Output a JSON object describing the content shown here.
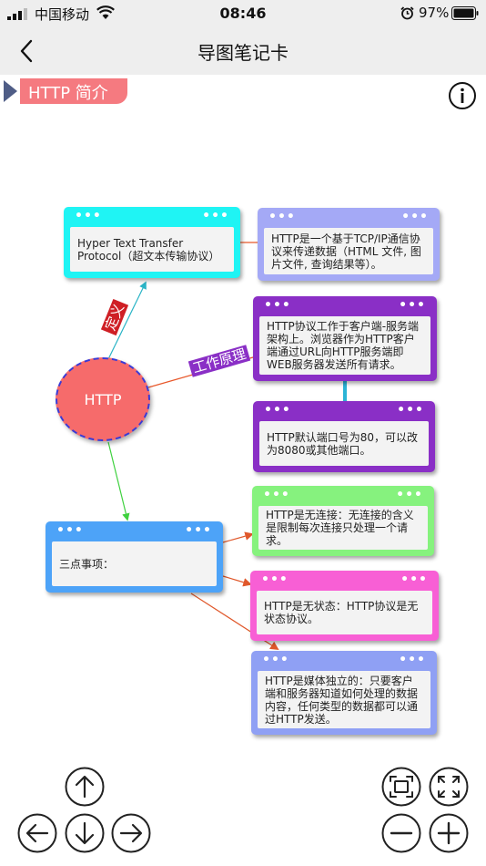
{
  "status_bar": {
    "carrier": "中国移动",
    "time": "08:46",
    "battery": "97%"
  },
  "nav": {
    "title": "导图笔记卡",
    "back_icon": "chevron-left-icon"
  },
  "section": {
    "title": "HTTP 简介"
  },
  "info_icon": "info-circle-icon",
  "center_node": {
    "label": "HTTP",
    "color": "#f66b6b"
  },
  "link_labels": {
    "definition": "定义",
    "principle": "工作原理"
  },
  "card_dots": "•••",
  "cards": [
    {
      "id": "definition",
      "text": "Hyper Text Transfer Protocol（超文本传输协议）",
      "color": "#1ff4f4"
    },
    {
      "id": "definition-detail",
      "text": "HTTP是一个基于TCP/IP通信协议来传递数据（HTML 文件, 图片文件, 查询结果等）。",
      "color": "#a4a9f6"
    },
    {
      "id": "principle",
      "text": "HTTP协议工作于客户端-服务端架构上。浏览器作为HTTP客户端通过URL向HTTP服务端即WEB服务器发送所有请求。",
      "color": "#8a2fc6"
    },
    {
      "id": "port",
      "text": "HTTP默认端口号为80，可以改为8080或其他端口。",
      "color": "#8a2fc6"
    },
    {
      "id": "notes",
      "text": "三点事项：",
      "color": "#4da3f8"
    },
    {
      "id": "connectionless",
      "text": "HTTP是无连接：无连接的含义是限制每次连接只处理一个请求。",
      "color": "#86f27e"
    },
    {
      "id": "stateless",
      "text": "HTTP是无状态：HTTP协议是无状态协议。",
      "color": "#f85fd5"
    },
    {
      "id": "media-independent",
      "text": "HTTP是媒体独立的：只要客户端和服务器知道如何处理的数据内容，任何类型的数据都可以通过HTTP发送。",
      "color": "#8fa0f4"
    }
  ],
  "controls": {
    "up": "arrow-up-icon",
    "left": "arrow-left-icon",
    "down": "arrow-down-icon",
    "right": "arrow-right-icon",
    "fit": "fit-screen-icon",
    "fullscreen": "fullscreen-icon",
    "zoom_out": "zoom-out-icon",
    "zoom_in": "zoom-in-icon"
  }
}
